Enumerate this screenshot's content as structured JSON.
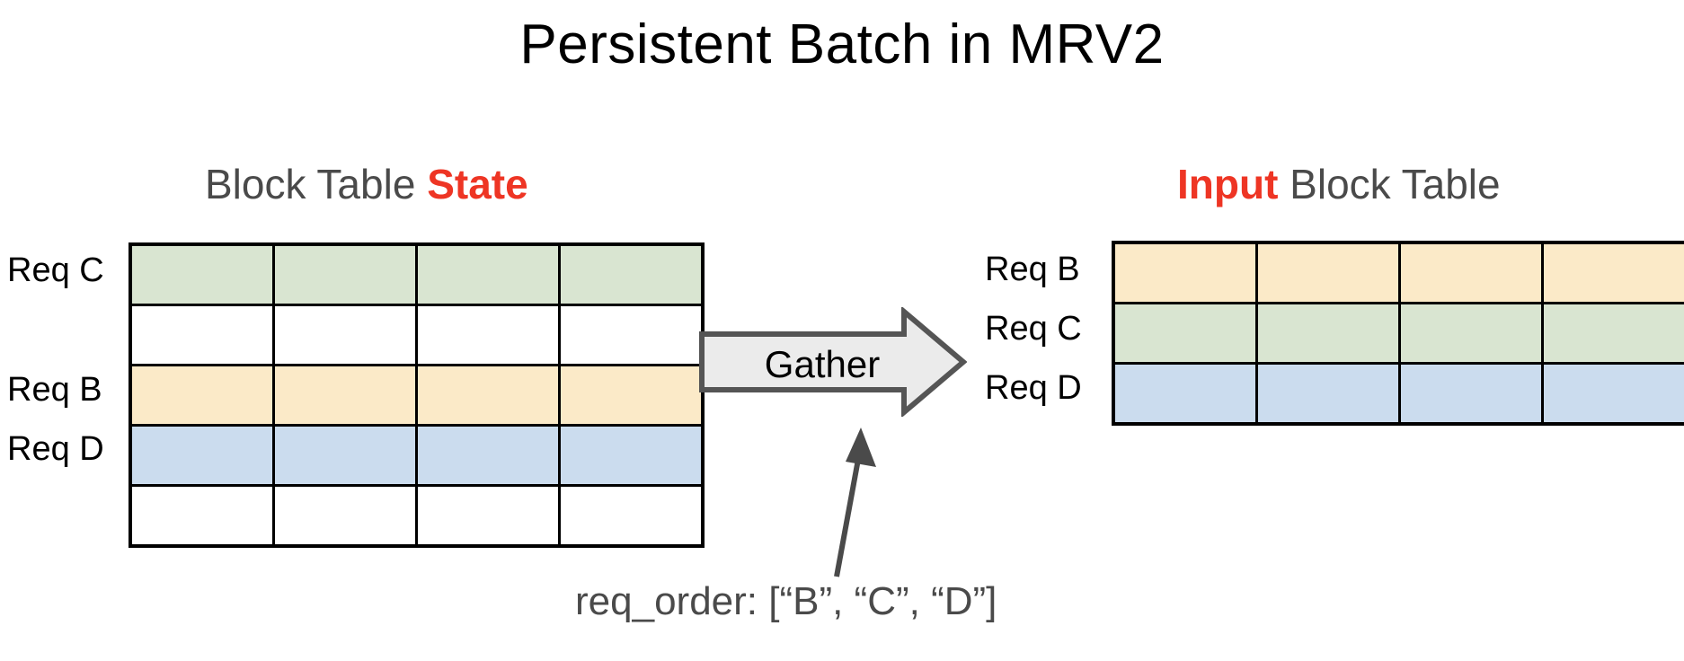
{
  "slide": {
    "title": "Persistent Batch in MRV2",
    "background_color": "#ffffff"
  },
  "colors": {
    "accent_red": "#ee3524",
    "heading_gray": "#4a4a4a",
    "title_black": "#000000",
    "row_green": "#d9e5d1",
    "row_yellow": "#fbeac8",
    "row_blue": "#cbdcee",
    "row_white": "#ffffff",
    "grid_line": "#000000",
    "arrow_fill": "#ebebeb",
    "arrow_stroke": "#555555",
    "connector_stroke": "#4a4a4a"
  },
  "left_panel": {
    "heading_prefix": "Block Table ",
    "heading_accent": "State",
    "table": {
      "columns": 4,
      "rows": [
        {
          "label": "Req C",
          "fill": "green"
        },
        {
          "label": "",
          "fill": "white"
        },
        {
          "label": "Req B",
          "fill": "yellow"
        },
        {
          "label": "Req D",
          "fill": "blue"
        },
        {
          "label": "",
          "fill": "white"
        }
      ]
    }
  },
  "right_panel": {
    "heading_accent": "Input",
    "heading_suffix": " Block Table",
    "table": {
      "columns": 4,
      "rows": [
        {
          "label": "Req B",
          "fill": "yellow"
        },
        {
          "label": "Req C",
          "fill": "green"
        },
        {
          "label": "Req D",
          "fill": "blue"
        }
      ]
    }
  },
  "gather": {
    "label": "Gather"
  },
  "annotation": {
    "text": "req_order: [“B”, “C”, “D”]"
  }
}
